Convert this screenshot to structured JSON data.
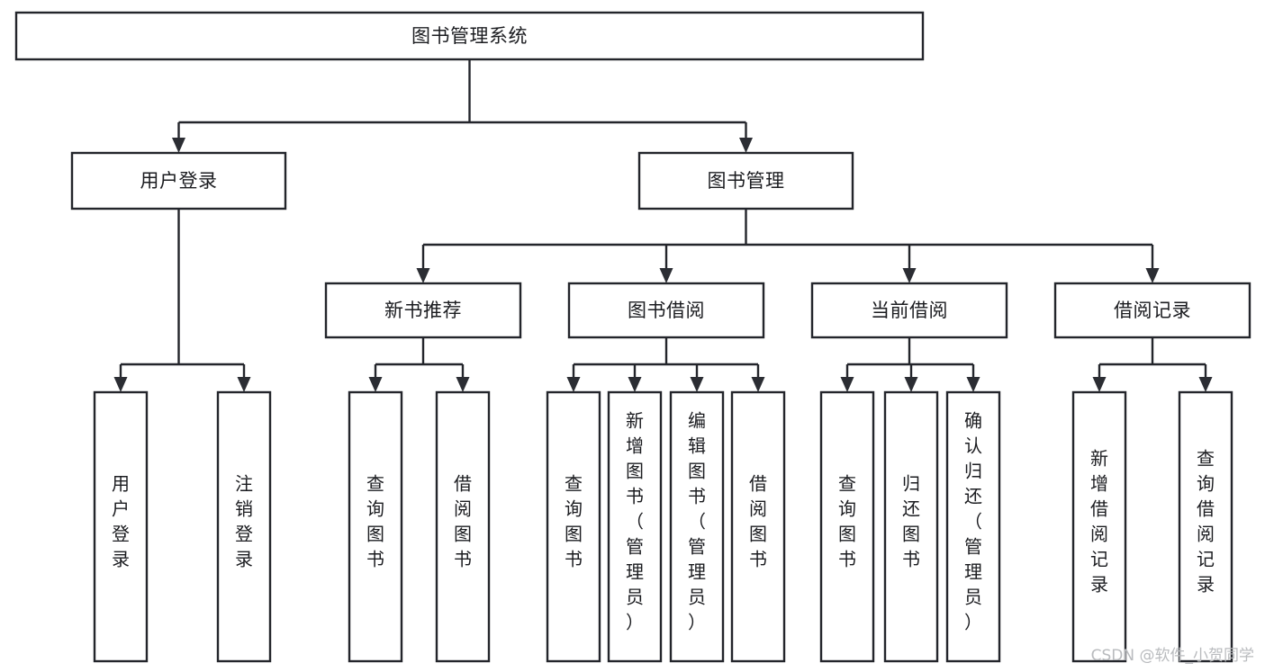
{
  "diagram": {
    "title": "图书管理系统",
    "watermark": "CSDN @软件_小贺同学",
    "root": {
      "id": "root",
      "label": "图书管理系统"
    },
    "level2": [
      {
        "id": "user-login",
        "label": "用户登录"
      },
      {
        "id": "book-manage",
        "label": "图书管理"
      }
    ],
    "level3": [
      {
        "id": "new-book-recommend",
        "label": "新书推荐"
      },
      {
        "id": "book-borrow",
        "label": "图书借阅"
      },
      {
        "id": "current-borrow",
        "label": "当前借阅"
      },
      {
        "id": "borrow-record",
        "label": "借阅记录"
      }
    ],
    "leaves": {
      "user-login": [
        {
          "id": "leaf-user-login",
          "label": "用户登录"
        },
        {
          "id": "leaf-logout-login",
          "label": "注销登录"
        }
      ],
      "new-book-recommend": [
        {
          "id": "leaf-query-book-1",
          "label": "查询图书"
        },
        {
          "id": "leaf-borrow-book-1",
          "label": "借阅图书"
        }
      ],
      "book-borrow": [
        {
          "id": "leaf-query-book-2",
          "label": "查询图书"
        },
        {
          "id": "leaf-add-book",
          "label": "新增图书（管理员）"
        },
        {
          "id": "leaf-edit-book",
          "label": "编辑图书（管理员）"
        },
        {
          "id": "leaf-borrow-book-2",
          "label": "借阅图书"
        }
      ],
      "current-borrow": [
        {
          "id": "leaf-query-book-3",
          "label": "查询图书"
        },
        {
          "id": "leaf-return-book",
          "label": "归还图书"
        },
        {
          "id": "leaf-confirm-return",
          "label": "确认归还（管理员）"
        }
      ],
      "borrow-record": [
        {
          "id": "leaf-add-record",
          "label": "新增借阅记录"
        },
        {
          "id": "leaf-query-record",
          "label": "查询借阅记录"
        }
      ]
    },
    "colors": {
      "stroke": "#23252b",
      "fill": "#ffffff",
      "text": "#1b1c20",
      "watermark": "#b9bbbe"
    }
  }
}
